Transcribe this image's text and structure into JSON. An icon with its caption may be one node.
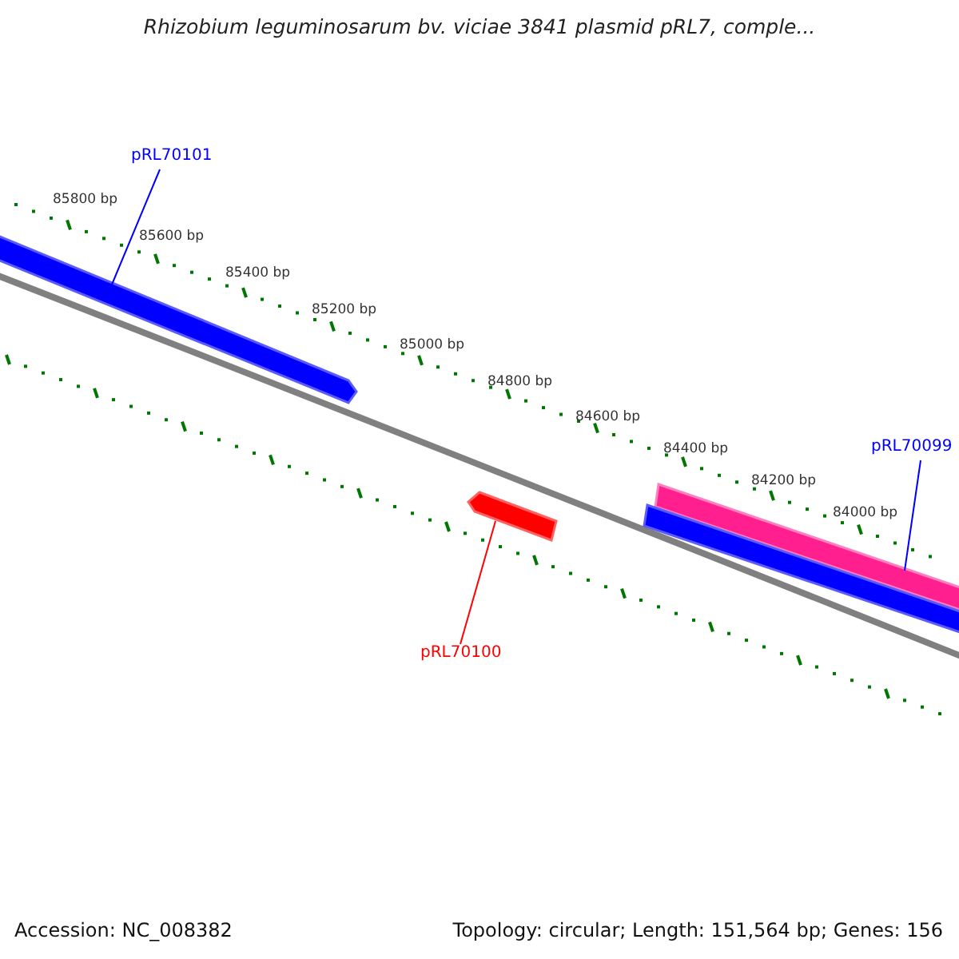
{
  "diagram": {
    "title": "Rhizobium leguminosarum bv. viciae 3841 plasmid pRL7, comple...",
    "nodes": [
      {
        "text": [
          "pRL70101"
        ]
      },
      {
        "text": [],
        "shape": "bar"
      },
      {
        "text": [
          "pRL70100"
        ]
      },
      {
        "text": [],
        "shape": "bar"
      },
      {
        "text": [
          "pRL70099"
        ]
      },
      {
        "text": [],
        "shape": "bar"
      },
      {
        "text": [],
        "shape": "bar"
      }
    ],
    "edges": [
      {
        "from": 0,
        "to": 1,
        "arrow": "none"
      },
      {
        "from": 2,
        "to": 3,
        "arrow": "none",
        "color": "#ff0000"
      },
      {
        "from": 4,
        "to": 5,
        "arrow": "none"
      }
    ],
    "labels": [
      "85800 bp",
      "85600 bp",
      "85400 bp",
      "85200 bp",
      "85000 bp",
      "84800 bp",
      "84600 bp",
      "84400 bp",
      "84200 bp",
      "84000 bp",
      "Accession: NC_008382",
      "Topology: circular; Length: 151,564 bp; Genes: 156"
    ]
  }
}
